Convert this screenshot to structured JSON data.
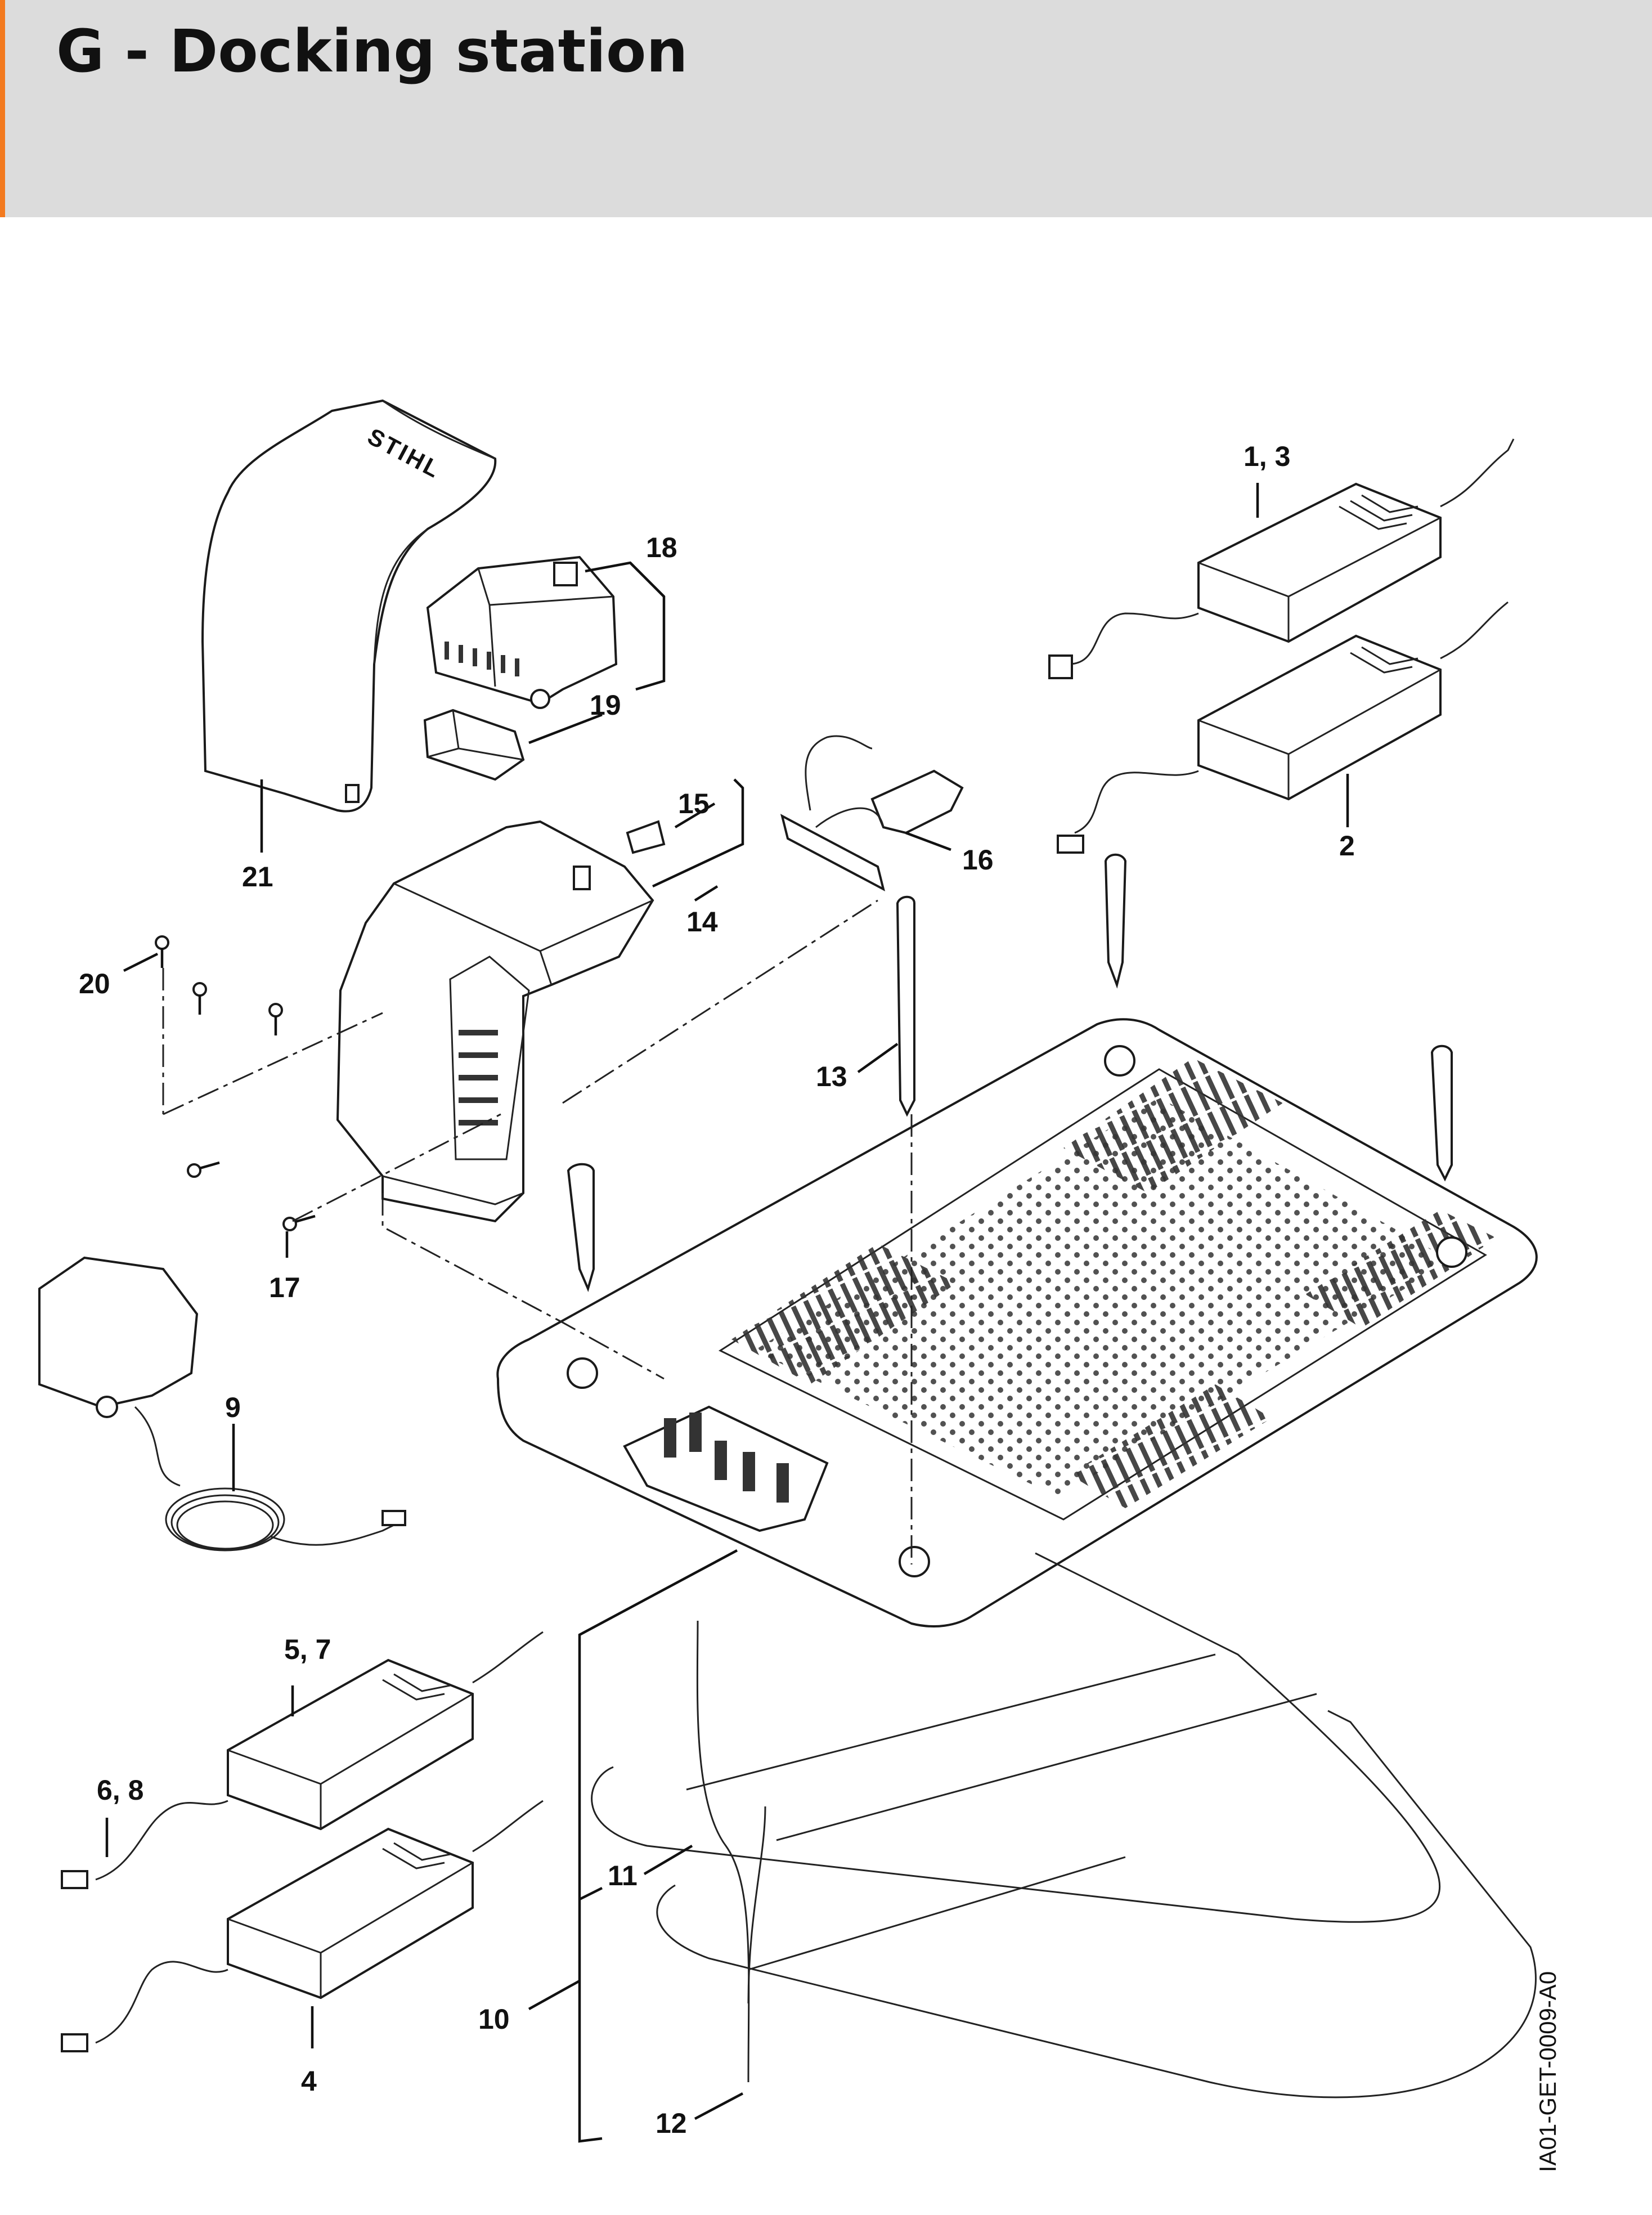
{
  "page": {
    "title": "G - Docking station",
    "accent_color": "#f37a1f",
    "header_color": "#dcdcdc"
  },
  "diagram": {
    "brand_mark": "STIHL",
    "reference_code": "IA01-GET-0009-A0",
    "callouts": {
      "c1_3": "1, 3",
      "c2": "2",
      "c4": "4",
      "c5_7": "5, 7",
      "c6_8": "6, 8",
      "c9": "9",
      "c10": "10",
      "c11": "11",
      "c12": "12",
      "c13": "13",
      "c14": "14",
      "c15": "15",
      "c16": "16",
      "c17": "17",
      "c18": "18",
      "c19": "19",
      "c20": "20",
      "c21": "21"
    }
  }
}
